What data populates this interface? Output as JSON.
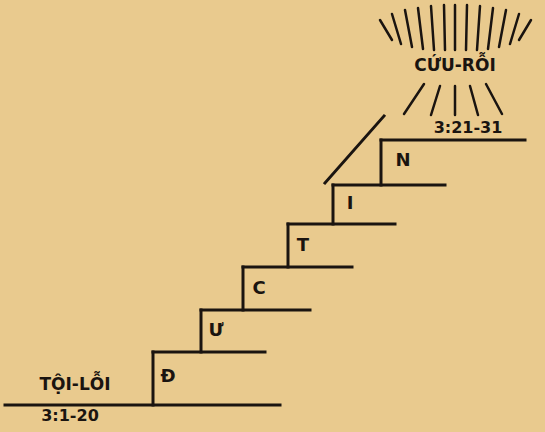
{
  "diagram": {
    "labels": [
      "CỨU-RỖI",
      "3:21-31",
      "N",
      "I",
      "T",
      "C",
      "Ư",
      "Đ",
      "TỘI-LỖI",
      "3:1-20"
    ]
  }
}
